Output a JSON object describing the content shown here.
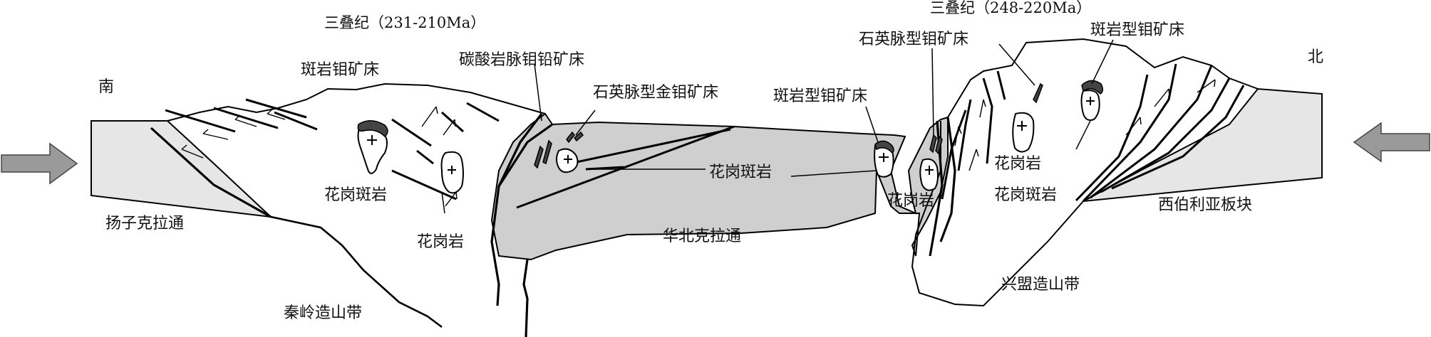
{
  "labels": {
    "south": "南",
    "north": "北",
    "triassic_left": "三叠纪（231-210Ma）",
    "triassic_right": "三叠纪（248-220Ma）",
    "porphyry_mo_deposit": "斑岩钼矿床",
    "carbonatite_vein_mo_pb": "碳酸岩脉钼铅矿床",
    "quartz_vein_au_mo": "石英脉型金钼矿床",
    "porphyry_type_mo_mid": "斑岩型钼矿床",
    "quartz_vein_mo": "石英脉型钼矿床",
    "porphyry_type_mo_right": "斑岩型钼矿床",
    "granite_porphyry_left": "花岗斑岩",
    "granite_left": "花岗岩",
    "granite_porphyry_mid": "花岗斑岩",
    "granite_mid": "花岗岩",
    "granite_right": "花岗岩",
    "granite_porphyry_right": "花岗斑岩",
    "yangtze_craton": "扬子克拉通",
    "north_china_craton": "华北克拉通",
    "siberian_plate": "西伯利亚板块",
    "qinling_orogen": "秦岭造山带",
    "xingmeng_orogen": "兴盟造山带"
  },
  "colors": {
    "light_fill": "#e6e6e6",
    "mid_fill": "#cfcfcf",
    "arrow_fill": "#9a9a9a",
    "ore_fill": "#444444",
    "line": "#000000"
  },
  "icons": {
    "left_arrow": "arrow-right-icon",
    "right_arrow": "arrow-left-icon"
  }
}
